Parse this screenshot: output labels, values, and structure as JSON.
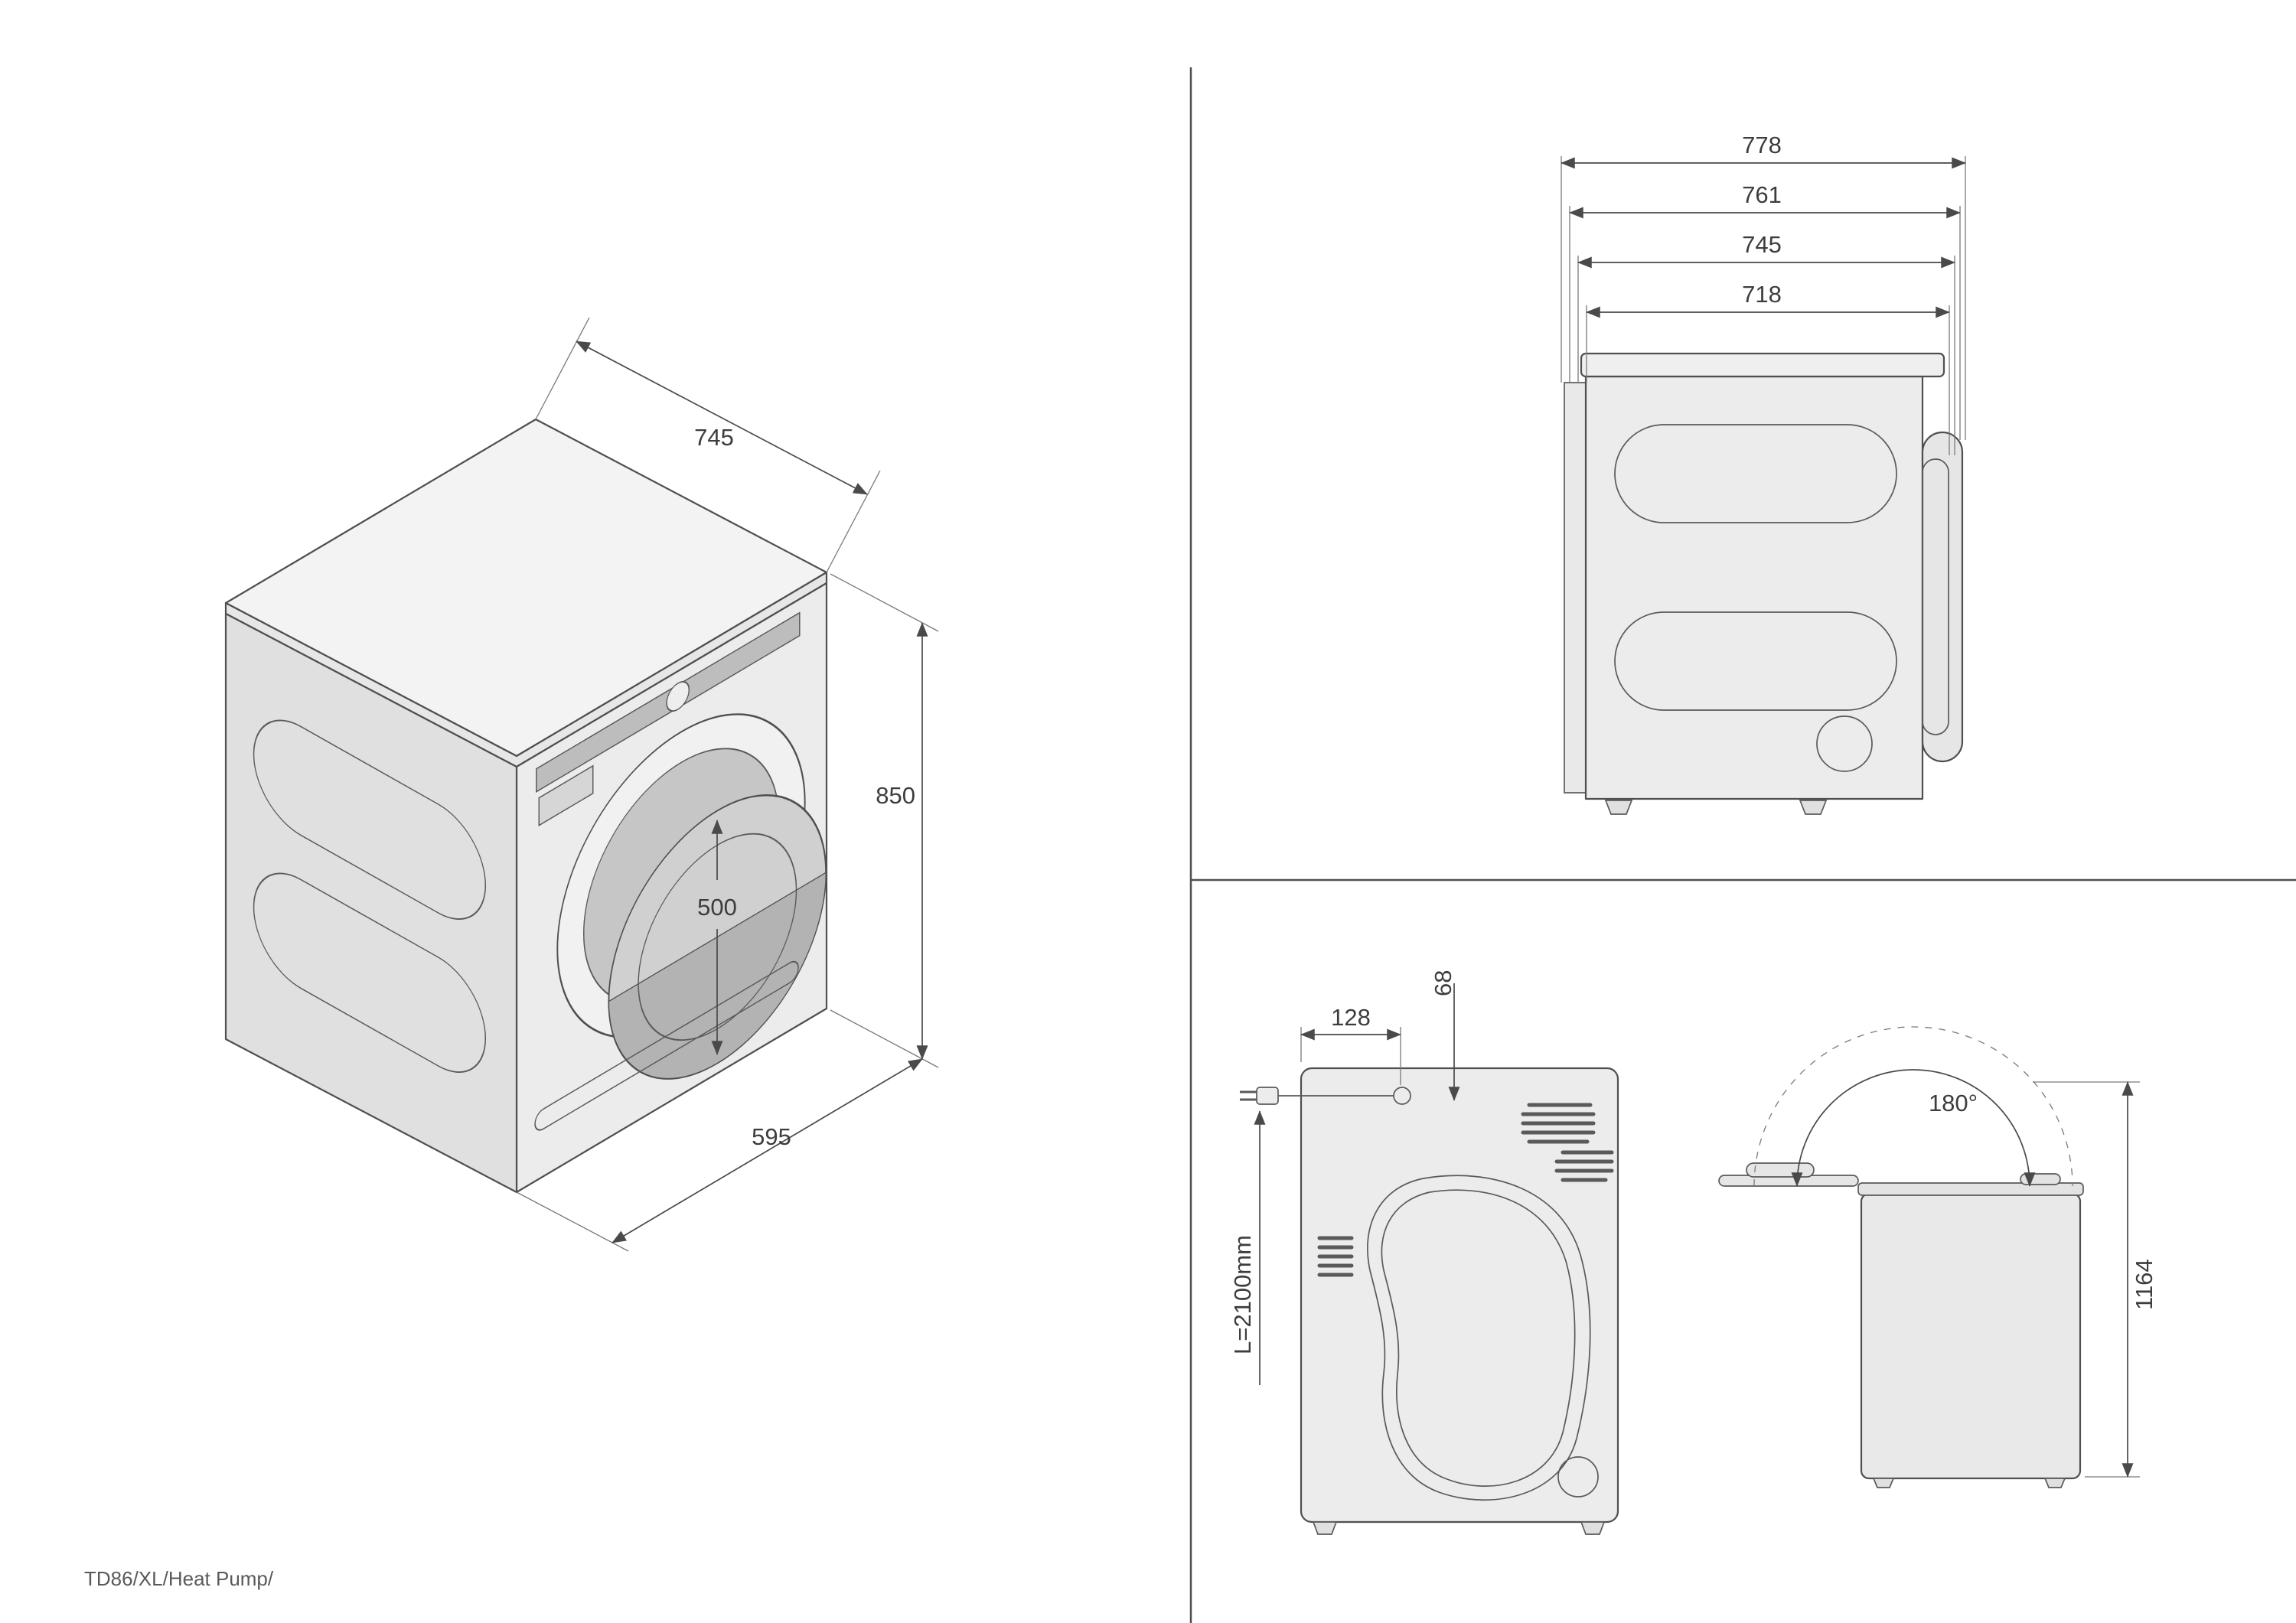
{
  "footer": {
    "model_label": "TD86/XL/Heat Pump/"
  },
  "colors": {
    "line": "#4f4f4f",
    "fill_top": "#f3f3f3",
    "fill_front": "#ececec",
    "fill_side": "#e0e0e0",
    "fill_door": "#c6c6c6",
    "text": "#3d3d3d"
  },
  "isometric_view": {
    "depth_mm": "745",
    "height_mm": "850",
    "width_mm": "595",
    "door_diameter_mm": "500"
  },
  "side_view": {
    "dims": [
      "778",
      "761",
      "745",
      "718"
    ]
  },
  "rear_view": {
    "cord_offset_mm": "128",
    "vent_offset_mm": "68",
    "cord_length": "L=2100mm"
  },
  "lid_view": {
    "opening_angle": "180°",
    "open_height_mm": "1164"
  }
}
